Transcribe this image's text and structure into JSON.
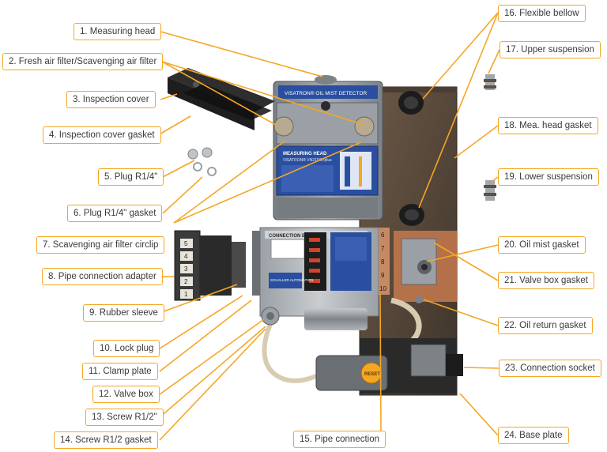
{
  "labels": [
    "1. Measuring head",
    "2. Fresh air filter/Scavenging air filter",
    "3. Inspection cover",
    "4. Inspection cover gasket",
    "5. Plug R1/4\"",
    "6. Plug R1/4\" gasket",
    "7. Scavenging air filter circlip",
    "8. Pipe connection adapter",
    "9. Rubber sleeve",
    "10. Lock plug",
    "11. Clamp plate",
    "12. Valve box",
    "13. Screw R1/2\"",
    "14. Screw R1/2 gasket",
    "15. Pipe connection",
    "16. Flexible bellow",
    "17. Upper suspension",
    "18. Mea. head gasket",
    "19. Lower suspension",
    "20. Oil mist gasket",
    "21. Valve box gasket",
    "22. Oil return gasket",
    "23. Connection socket",
    "24. Base plate"
  ],
  "device": {
    "head_brand": "VISATRON® OIL MIST DETECTOR",
    "head_panel_title": "MEASURING HEAD",
    "head_panel_sub": "VISATRON® VN215/87plus",
    "valve_title": "CONNECTION BOX",
    "maker": "SCHALLER AUTOMATION",
    "reset_label": "RESET"
  },
  "port_numbers_left": [
    "5",
    "4",
    "3",
    "2",
    "1"
  ],
  "port_numbers_right": [
    "6",
    "7",
    "8",
    "9",
    "10"
  ],
  "colors": {
    "accent": "#f5a623",
    "panel_blue": "#2b4fa0",
    "metal": "#8d9297",
    "base_plate": "#5a4a3c",
    "copper": "#c77a4e"
  }
}
